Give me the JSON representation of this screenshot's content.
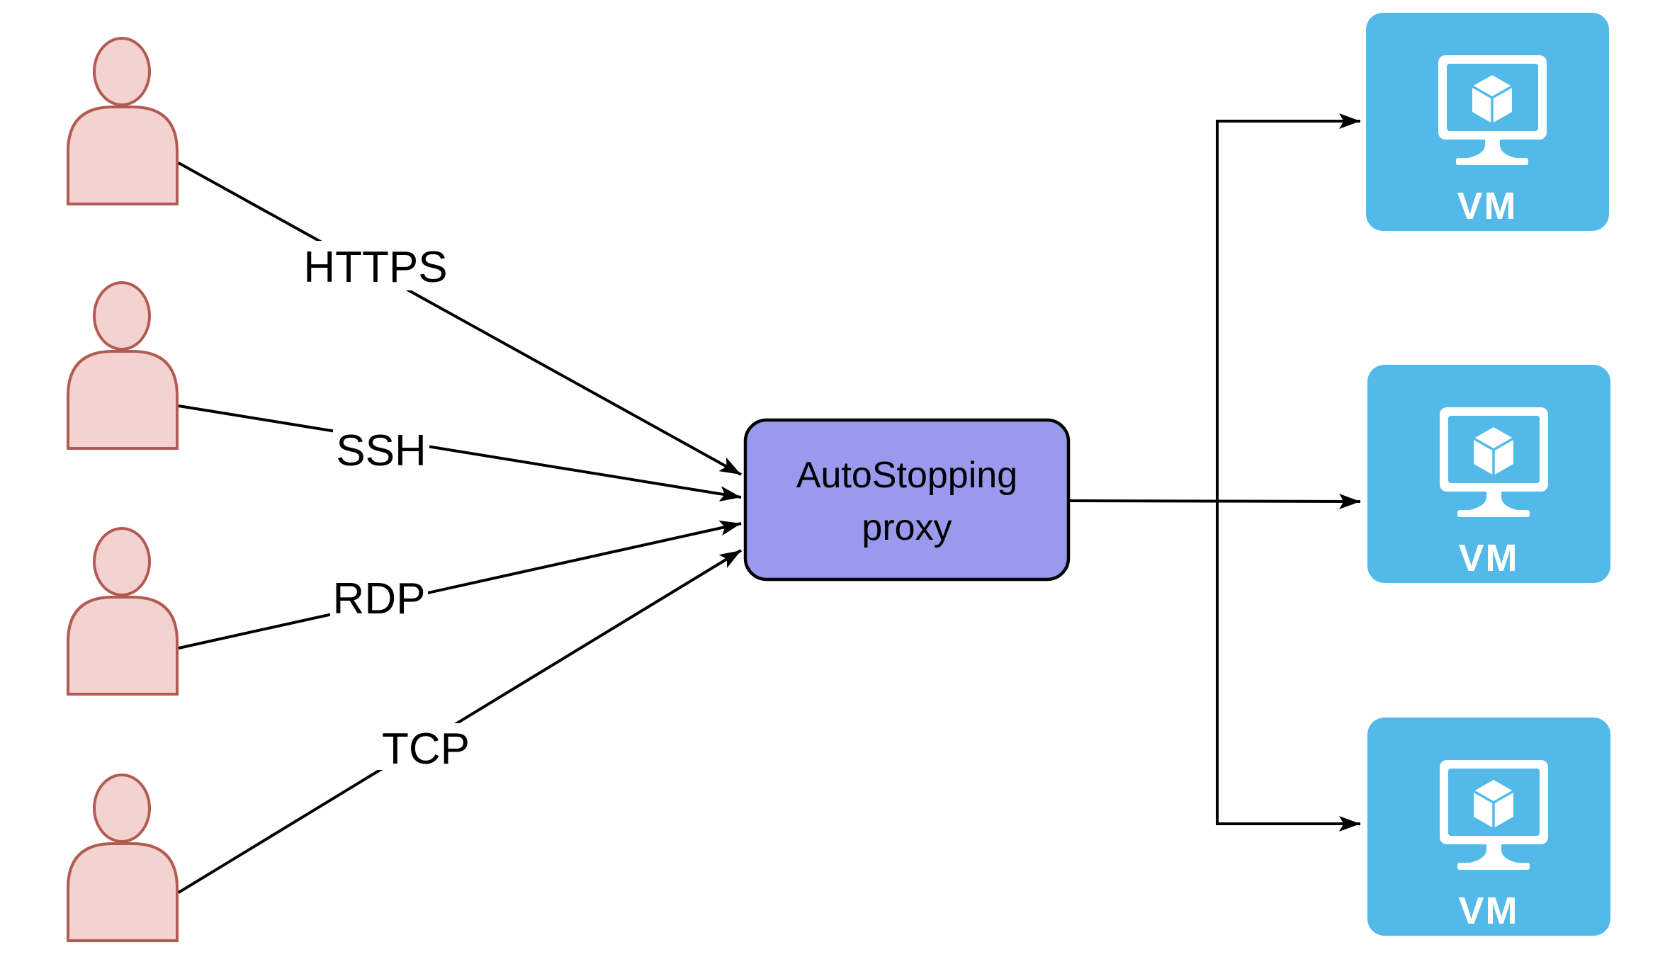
{
  "users": {
    "count": 4,
    "icon": "person"
  },
  "connections": [
    {
      "protocol": "HTTPS"
    },
    {
      "protocol": "SSH"
    },
    {
      "protocol": "RDP"
    },
    {
      "protocol": "TCP"
    }
  ],
  "proxy": {
    "label": "AutoStopping proxy",
    "label_lines": [
      "AutoStopping",
      "proxy"
    ]
  },
  "vms": [
    {
      "label": "VM"
    },
    {
      "label": "VM"
    },
    {
      "label": "VM"
    }
  ],
  "colors": {
    "background": "#FFFFFF",
    "person-fill": "#F3D2D0",
    "person-stroke": "#B25B53",
    "proxy-fill": "#9999EE",
    "proxy-stroke": "#000000",
    "vm-fill": "#52B9E8",
    "vm-icon": "#FFFFFF",
    "line": "#000000",
    "label-text": "#000000"
  }
}
